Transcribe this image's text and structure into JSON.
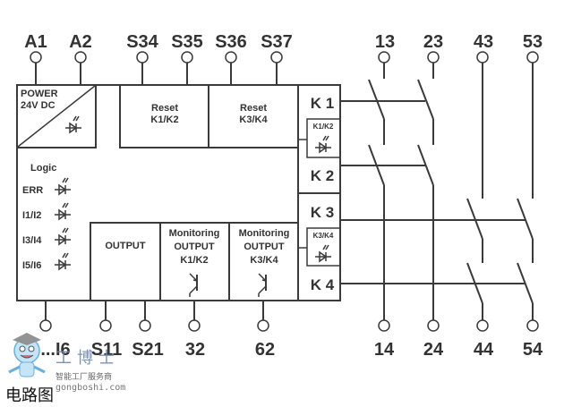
{
  "diagram": {
    "top_terminals_left": [
      "A1",
      "A2",
      "S34",
      "S35",
      "S36",
      "S37"
    ],
    "top_terminals_right": [
      "13",
      "23",
      "43",
      "53"
    ],
    "bottom_terminals_left": [
      "...I6",
      "S11",
      "S21",
      "32",
      "62"
    ],
    "bottom_terminals_right": [
      "14",
      "24",
      "44",
      "54"
    ],
    "power_block": {
      "line1": "POWER",
      "line2": "24V DC"
    },
    "reset_blocks": [
      {
        "line1": "Reset",
        "line2": "K1/K2"
      },
      {
        "line1": "Reset",
        "line2": "K3/K4"
      }
    ],
    "logic_block": {
      "title": "Logic",
      "leds": [
        "ERR",
        "I1/I2",
        "I3/I4",
        "I5/I6"
      ]
    },
    "output_block": {
      "label": "OUTPUT"
    },
    "monitoring_blocks": [
      {
        "line1": "Monitoring",
        "line2": "OUTPUT",
        "line3": "K1/K2"
      },
      {
        "line1": "Monitoring",
        "line2": "OUTPUT",
        "line3": "K3/K4"
      }
    ],
    "relays": [
      "K 1",
      "K 2",
      "K 3",
      "K 4"
    ],
    "relay_leds": [
      "K1/K2",
      "K3/K4"
    ]
  },
  "watermark": {
    "brand": "工博士",
    "slogan": "智能工厂服务商",
    "url": "gongboshi.com",
    "caption": "电路图"
  }
}
